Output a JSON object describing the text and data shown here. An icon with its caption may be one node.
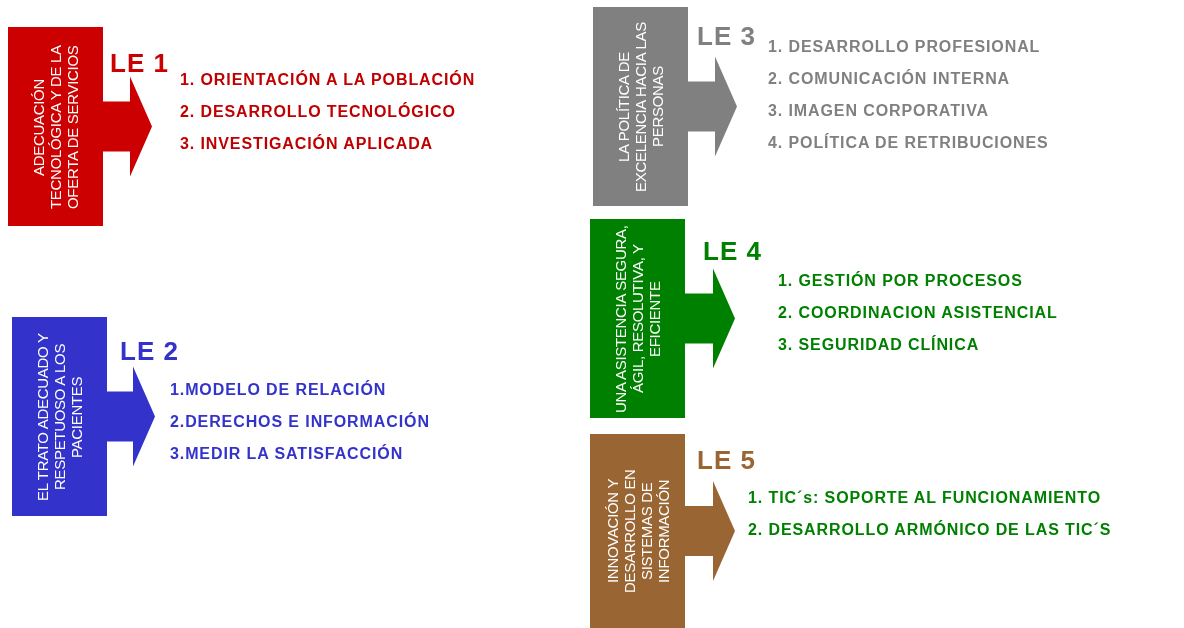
{
  "diagram": {
    "nodes": [
      {
        "text": [
          "ADECUACIÓN TECNOLÓGICA Y DE LA OFERTA DE SERVICIOS"
        ]
      },
      {
        "text": [
          "1. ORIENTACIÓN A LA POBLACIÓN",
          "2. DESARROLLO TECNOLÓGICO",
          "3. INVESTIGACIÓN APLICADA"
        ]
      },
      {
        "text": [
          "EL TRATO ADECUADO Y RESPETUOSO A LOS PACIENTES"
        ]
      },
      {
        "text": [
          "1.MODELO DE RELACIÓN",
          "2.DERECHOS E INFORMACIÓN",
          "3.MEDIR LA SATISFACCIÓN"
        ]
      },
      {
        "text": [
          "LA POLÍTICA DE EXCELENCIA HACIA LAS PERSONAS"
        ]
      },
      {
        "text": [
          "1. DESARROLLO PROFESIONAL",
          "2. COMUNICACIÓN INTERNA",
          "3. IMAGEN CORPORATIVA",
          "4. POLÍTICA DE RETRIBUCIONES"
        ]
      },
      {
        "text": [
          "UNA ASISTENCIA SEGURA, ÁGIL, RESOLUTIVA, Y EFICIENTE"
        ]
      },
      {
        "text": [
          "1. GESTIÓN POR PROCESOS",
          "2. COORDINACION ASISTENCIAL",
          "3. SEGURIDAD CLÍNICA"
        ]
      },
      {
        "text": [
          "INNOVACIÓN Y DESARROLLO EN SISTEMAS DE INFORMACIÓN"
        ]
      },
      {
        "text": [
          "1. TIC´s: SOPORTE AL FUNCIONAMIENTO",
          "2. DESARROLLO ARMÓNICO DE LAS TIC´S"
        ]
      }
    ],
    "edges": [
      {
        "from": 0,
        "to": 1,
        "arrow": "to",
        "label": "LE 1",
        "style": "thick",
        "color": "#cc0000"
      },
      {
        "from": 2,
        "to": 3,
        "arrow": "to",
        "label": "LE 2",
        "style": "thick",
        "color": "#3333cc"
      },
      {
        "from": 4,
        "to": 5,
        "arrow": "to",
        "label": "LE 3",
        "style": "thick",
        "color": "#808080"
      },
      {
        "from": 6,
        "to": 7,
        "arrow": "to",
        "label": "LE 4",
        "style": "thick",
        "color": "#008000"
      },
      {
        "from": 8,
        "to": 9,
        "arrow": "to",
        "label": "LE 5",
        "style": "thick",
        "color": "#996633"
      }
    ]
  }
}
